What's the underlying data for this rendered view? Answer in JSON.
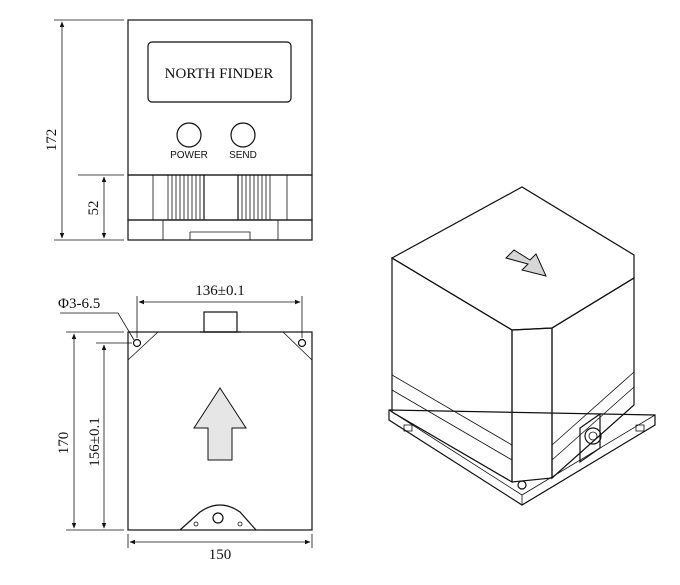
{
  "front_view": {
    "display_text": "NORTH FINDER",
    "power_label": "POWER",
    "send_label": "SEND",
    "height_total": "172",
    "height_base": "52"
  },
  "top_view": {
    "hole_label": "Φ3-6.5",
    "hole_spacing": "136±0.1",
    "height_total": "170",
    "height_holes": "156±0.1",
    "width_total": "150"
  },
  "colors": {
    "line": "#111111",
    "arrow_fill": "#e6e6e6",
    "top_face": "#efefef"
  }
}
